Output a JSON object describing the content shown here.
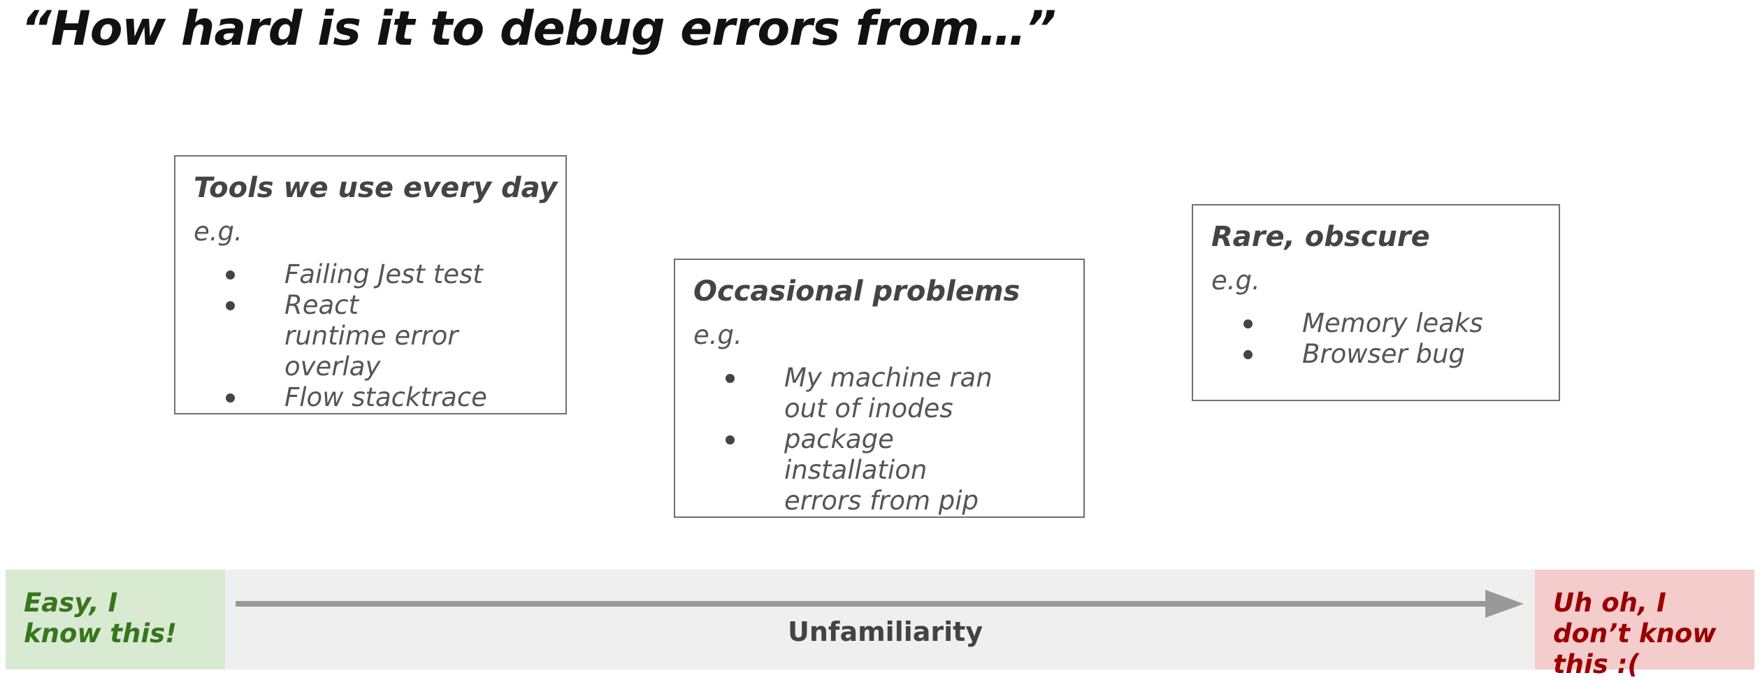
{
  "title": "“How hard is it to debug errors from…”",
  "cards": [
    {
      "title": "Tools we use every day",
      "eg": "e.g.",
      "items": [
        "Failing Jest test",
        "React runtime error overlay",
        "Flow stacktrace"
      ]
    },
    {
      "title": "Occasional problems",
      "eg": "e.g.",
      "items": [
        "My machine ran out of inodes",
        "package installation errors from pip"
      ]
    },
    {
      "title": "Rare, obscure",
      "eg": "e.g.",
      "items": [
        "Memory leaks",
        "Browser bug"
      ]
    }
  ],
  "scale": {
    "easy_label": "Easy, I know this!",
    "hard_label": "Uh oh, I don’t know this :(",
    "axis_label": "Unfamiliarity",
    "colors": {
      "easy_bg": "#d9ead3",
      "easy_text": "#38761d",
      "hard_bg": "#f4cccc",
      "hard_text": "#990000",
      "bar_bg": "#efefef",
      "arrow": "#999999"
    }
  }
}
